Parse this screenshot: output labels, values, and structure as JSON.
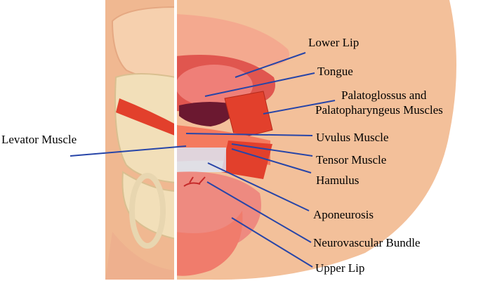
{
  "colors": {
    "leader_line": "#2745a8",
    "skin": "#f3c09a",
    "skin_dark": "#e59a73",
    "bone": "#f2dfb9",
    "bone_shadow": "#d9bf90",
    "muscle": "#e2402c",
    "muscle_light": "#f47a5e",
    "mucosa": "#ee8a80",
    "mouth_dark": "#6b1830",
    "divider": "#ffffff"
  },
  "labels": {
    "lower_lip": "Lower Lip",
    "tongue": "Tongue",
    "palatoglossus_line1": "Palatoglossus and",
    "palatoglossus_line2": "Palatopharyngeus Muscles",
    "levator": "Levator Muscle",
    "uvulus": "Uvulus Muscle",
    "tensor": "Tensor Muscle",
    "hamulus": "Hamulus",
    "aponeurosis": "Aponeurosis",
    "neurovascular": "Neurovascular Bundle",
    "upper_lip": "Upper Lip"
  }
}
